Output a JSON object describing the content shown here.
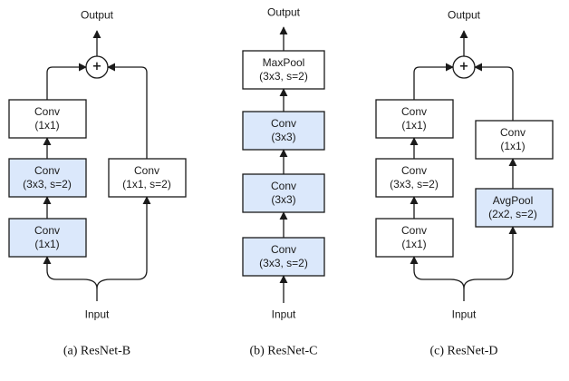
{
  "colors": {
    "highlight_fill": "#dbe8fb",
    "plain_fill": "#ffffff",
    "stroke": "#1a1a1a"
  },
  "panels": [
    {
      "id": "resnet-b",
      "caption": "(a) ResNet-B",
      "output_label": "Output",
      "input_label": "Input",
      "merge_symbol": "+",
      "main_path": [
        {
          "line1": "Conv",
          "line2": "(1x1)",
          "highlight": false
        },
        {
          "line1": "Conv",
          "line2": "(3x3, s=2)",
          "highlight": true
        },
        {
          "line1": "Conv",
          "line2": "(1x1)",
          "highlight": true
        }
      ],
      "shortcut": [
        {
          "line1": "Conv",
          "line2": "(1x1, s=2)",
          "highlight": false
        }
      ]
    },
    {
      "id": "resnet-c",
      "caption": "(b) ResNet-C",
      "output_label": "Output",
      "input_label": "Input",
      "main_path": [
        {
          "line1": "MaxPool",
          "line2": "(3x3, s=2)",
          "highlight": false
        },
        {
          "line1": "Conv",
          "line2": "(3x3)",
          "highlight": true
        },
        {
          "line1": "Conv",
          "line2": "(3x3)",
          "highlight": true
        },
        {
          "line1": "Conv",
          "line2": "(3x3, s=2)",
          "highlight": true
        }
      ]
    },
    {
      "id": "resnet-d",
      "caption": "(c) ResNet-D",
      "output_label": "Output",
      "input_label": "Input",
      "merge_symbol": "+",
      "main_path": [
        {
          "line1": "Conv",
          "line2": "(1x1)",
          "highlight": false
        },
        {
          "line1": "Conv",
          "line2": "(3x3, s=2)",
          "highlight": false
        },
        {
          "line1": "Conv",
          "line2": "(1x1)",
          "highlight": false
        }
      ],
      "shortcut": [
        {
          "line1": "Conv",
          "line2": "(1x1)",
          "highlight": false
        },
        {
          "line1": "AvgPool",
          "line2": "(2x2, s=2)",
          "highlight": true
        }
      ]
    }
  ]
}
